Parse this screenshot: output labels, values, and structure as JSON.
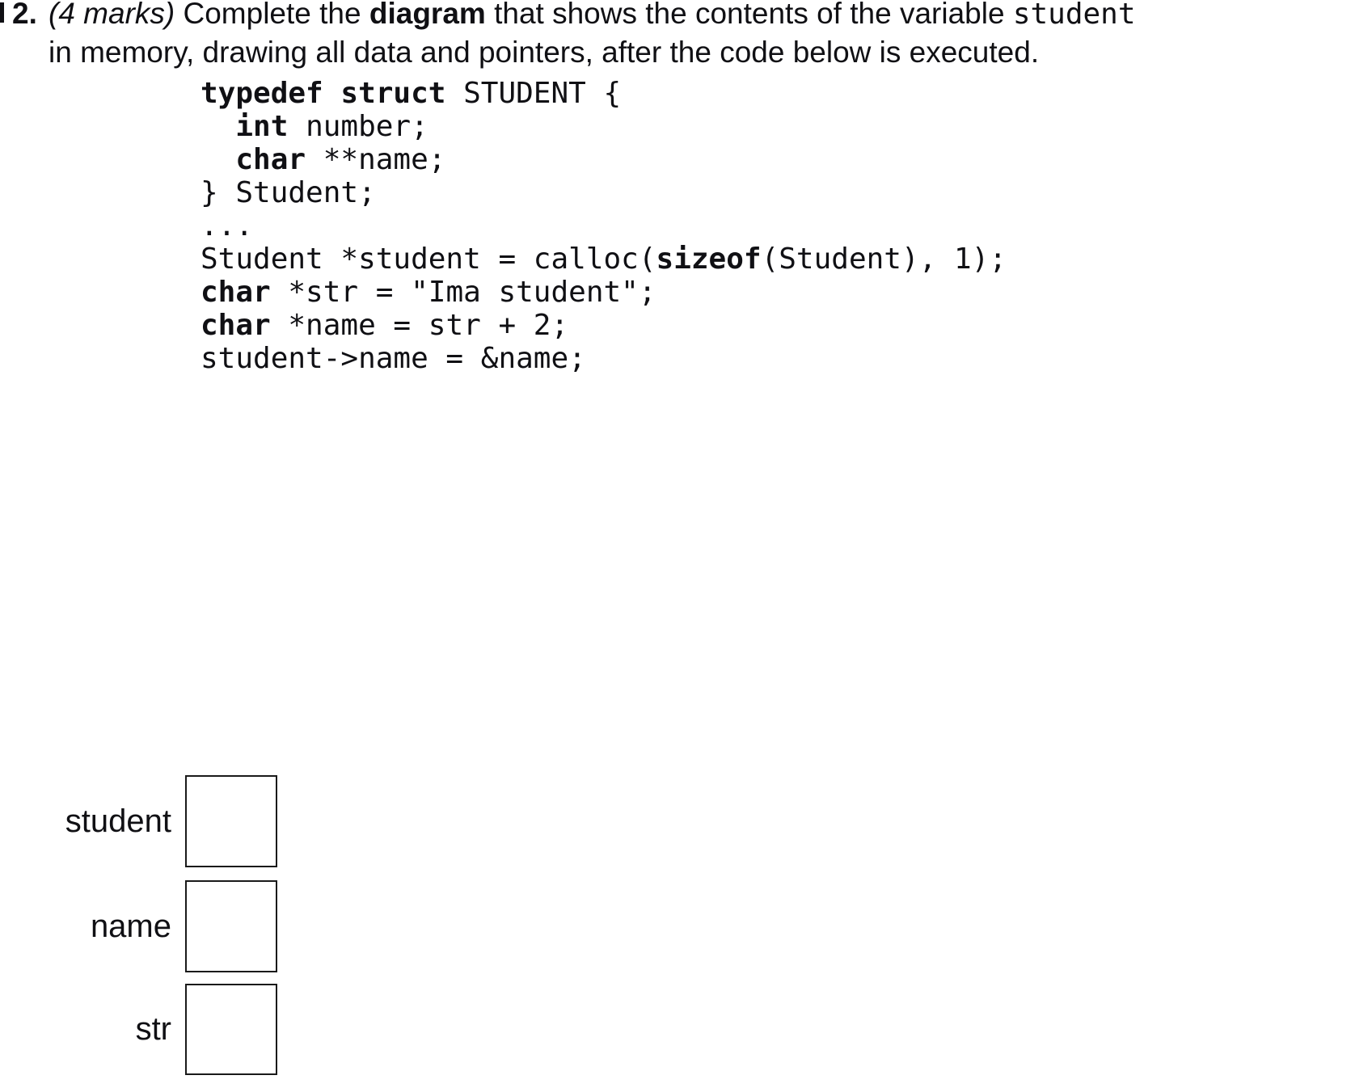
{
  "question": {
    "number": "2.",
    "marks": "(4 marks)",
    "line1_before_bold": " Complete the ",
    "bold_word": "diagram",
    "line1_after_bold": " that shows the contents of the variable ",
    "inline_code": "student",
    "line2": "in memory, drawing all data and pointers, after the code below is executed."
  },
  "code_block": {
    "language": "c",
    "lines": [
      {
        "segments": [
          {
            "text": "typedef struct",
            "bold": true
          },
          {
            "text": " STUDENT {",
            "bold": false
          }
        ]
      },
      {
        "segments": [
          {
            "text": "  ",
            "bold": false
          },
          {
            "text": "int",
            "bold": true
          },
          {
            "text": " number;",
            "bold": false
          }
        ]
      },
      {
        "segments": [
          {
            "text": "  ",
            "bold": false
          },
          {
            "text": "char",
            "bold": true
          },
          {
            "text": " **name;",
            "bold": false
          }
        ]
      },
      {
        "segments": [
          {
            "text": "} Student;",
            "bold": false
          }
        ]
      },
      {
        "segments": [
          {
            "text": "...",
            "bold": false
          }
        ]
      },
      {
        "segments": [
          {
            "text": "Student *student = calloc(",
            "bold": false
          },
          {
            "text": "sizeof",
            "bold": true
          },
          {
            "text": "(Student), 1);",
            "bold": false
          }
        ]
      },
      {
        "segments": [
          {
            "text": "char",
            "bold": true
          },
          {
            "text": " *str = \"Ima student\";",
            "bold": false
          }
        ]
      },
      {
        "segments": [
          {
            "text": "char",
            "bold": true
          },
          {
            "text": " *name = str + 2;",
            "bold": false
          }
        ]
      },
      {
        "segments": [
          {
            "text": "student->name = &name;",
            "bold": false
          }
        ]
      }
    ]
  },
  "memory_diagram": {
    "labels": [
      "student",
      "name",
      "str"
    ],
    "box_values": [
      "",
      "",
      ""
    ]
  },
  "colors": {
    "text": "#101014",
    "background": "#ffffff",
    "box_border": "#1a1a1a"
  }
}
